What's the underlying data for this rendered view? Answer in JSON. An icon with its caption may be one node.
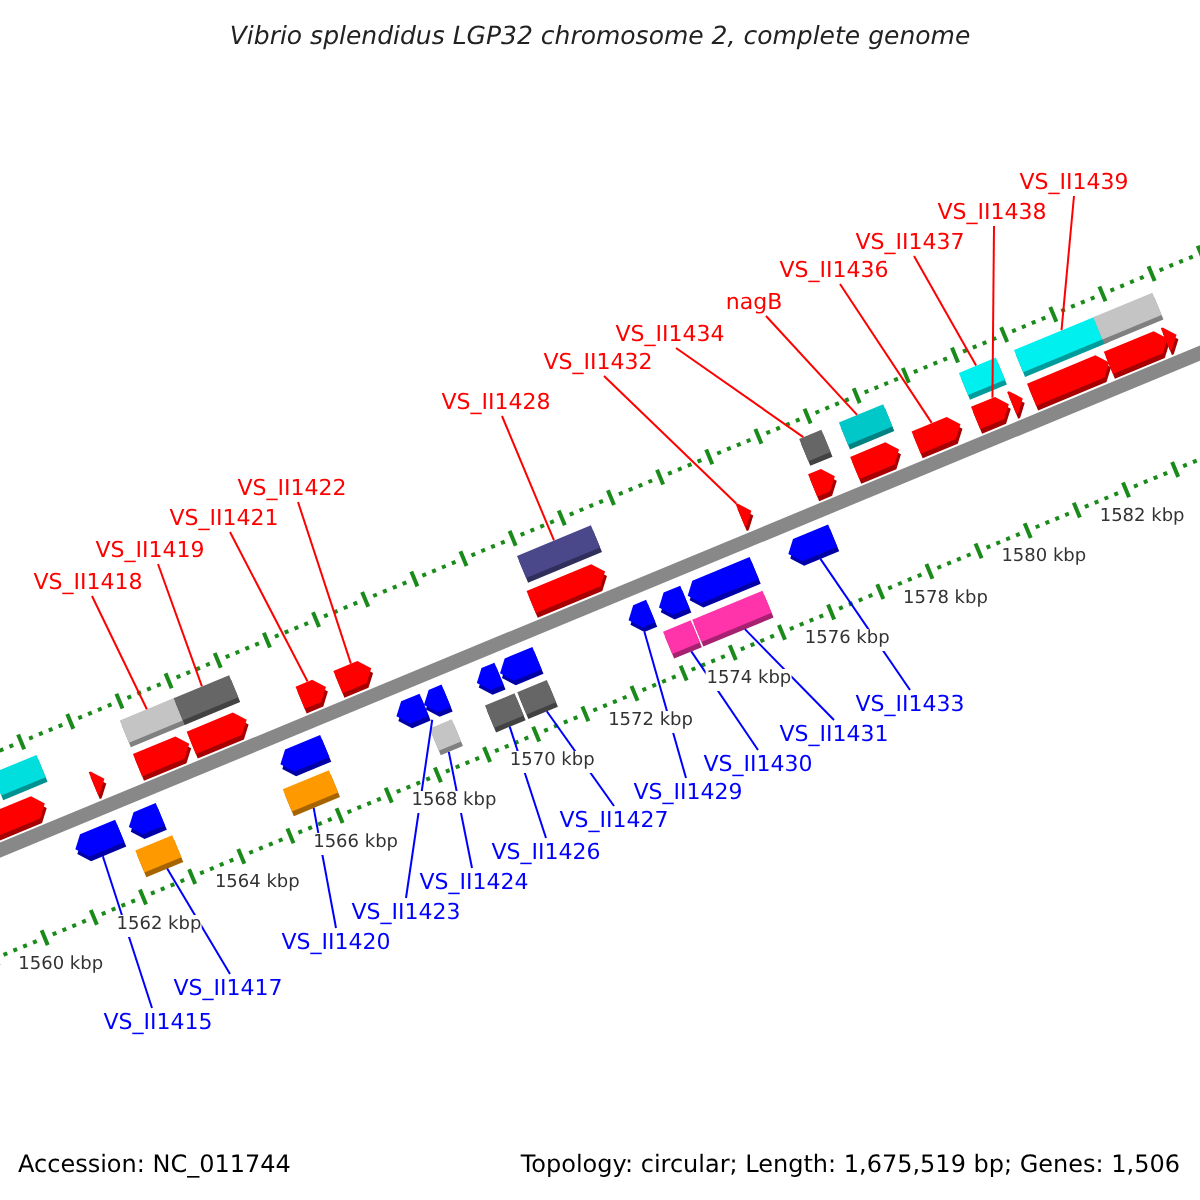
{
  "diagram": {
    "title": "Vibrio splendidus LGP32 chromosome 2, complete genome",
    "nodes": [
      {
        "text": [
          "VS_II1439"
        ]
      },
      {
        "text": [
          "VS_II1438"
        ]
      },
      {
        "text": [
          "VS_II1437"
        ]
      },
      {
        "text": [
          "VS_II1436"
        ]
      },
      {
        "text": [
          "nagB"
        ]
      },
      {
        "text": [
          "VS_II1434"
        ]
      },
      {
        "text": [
          "VS_II1432"
        ]
      },
      {
        "text": [
          "VS_II1428"
        ]
      },
      {
        "text": [
          "VS_II1422"
        ]
      },
      {
        "text": [
          "VS_II1421"
        ]
      },
      {
        "text": [
          "VS_II1419"
        ]
      },
      {
        "text": [
          "VS_II1418"
        ]
      },
      {
        "text": [
          "VS_II1433"
        ]
      },
      {
        "text": [
          "VS_II1431"
        ]
      },
      {
        "text": [
          "VS_II1430"
        ]
      },
      {
        "text": [
          "VS_II1429"
        ]
      },
      {
        "text": [
          "VS_II1427"
        ]
      },
      {
        "text": [
          "VS_II1426"
        ]
      },
      {
        "text": [
          "VS_II1424"
        ]
      },
      {
        "text": [
          "VS_II1423"
        ]
      },
      {
        "text": [
          "VS_II1420"
        ]
      },
      {
        "text": [
          "VS_II1417"
        ]
      },
      {
        "text": [
          "VS_II1415"
        ]
      },
      {
        "text": [],
        "shape": "box"
      },
      {
        "text": [],
        "shape": "arrow"
      },
      {
        "text": [],
        "shape": "arrow"
      },
      {
        "text": [],
        "shape": "arrow"
      },
      {
        "text": [],
        "shape": "arrow"
      },
      {
        "text": [],
        "shape": "box"
      },
      {
        "text": [],
        "shape": "box"
      },
      {
        "text": [],
        "shape": "arrow"
      },
      {
        "text": [],
        "shape": "box"
      },
      {
        "text": [],
        "shape": "arrow"
      },
      {
        "text": [],
        "shape": "arrow"
      },
      {
        "text": [],
        "shape": "box"
      },
      {
        "text": [],
        "shape": "arrow"
      },
      {
        "text": [],
        "shape": "arrow"
      },
      {
        "text": [],
        "shape": "arrow"
      },
      {
        "text": [],
        "shape": "arrow"
      },
      {
        "text": [],
        "shape": "box"
      },
      {
        "text": [],
        "shape": "arrow"
      },
      {
        "text": [],
        "shape": "box"
      },
      {
        "text": [],
        "shape": "arrow"
      },
      {
        "text": [],
        "shape": "box"
      },
      {
        "text": [],
        "shape": "box"
      },
      {
        "text": [],
        "shape": "arrow"
      },
      {
        "text": [],
        "shape": "arrow"
      },
      {
        "text": [],
        "shape": "arrow"
      },
      {
        "text": [],
        "shape": "box"
      },
      {
        "text": [],
        "shape": "arrow"
      },
      {
        "text": [],
        "shape": "box"
      },
      {
        "text": [],
        "shape": "arrow"
      },
      {
        "text": [],
        "shape": "arrow"
      },
      {
        "text": [],
        "shape": "box"
      },
      {
        "text": [],
        "shape": "arrow"
      },
      {
        "text": [],
        "shape": "box"
      },
      {
        "text": [],
        "shape": "arrow"
      },
      {
        "text": [],
        "shape": "arrow"
      },
      {
        "text": [],
        "shape": "box"
      },
      {
        "text": [],
        "shape": "arrow"
      },
      {
        "text": [],
        "shape": "arrow"
      },
      {
        "text": [],
        "shape": "box"
      },
      {
        "text": [],
        "shape": "arrow"
      },
      {
        "text": [],
        "shape": "box"
      },
      {
        "text": [],
        "shape": "arrow"
      },
      {
        "text": [],
        "shape": "arrow"
      }
    ],
    "edges": [
      {
        "from": 0,
        "to": 61,
        "arrow": "none"
      },
      {
        "from": 1,
        "to": 59,
        "arrow": "none"
      },
      {
        "from": 2,
        "to": 58,
        "arrow": "none"
      },
      {
        "from": 3,
        "to": 57,
        "arrow": "none"
      },
      {
        "from": 4,
        "to": 55,
        "arrow": "none"
      },
      {
        "from": 5,
        "to": 53,
        "arrow": "none"
      },
      {
        "from": 6,
        "to": 51,
        "arrow": "none"
      },
      {
        "from": 7,
        "to": 44,
        "arrow": "none"
      },
      {
        "from": 8,
        "to": 36,
        "arrow": "none"
      },
      {
        "from": 9,
        "to": 35,
        "arrow": "none"
      },
      {
        "from": 10,
        "to": 31,
        "arrow": "none"
      },
      {
        "from": 11,
        "to": 28,
        "arrow": "none"
      },
      {
        "from": 12,
        "to": 52,
        "arrow": "none",
        "color": "#0000ff"
      },
      {
        "from": 13,
        "to": 50,
        "arrow": "none",
        "color": "#0000ff"
      },
      {
        "from": 14,
        "to": 48,
        "arrow": "none",
        "color": "#0000ff"
      },
      {
        "from": 15,
        "to": 46,
        "arrow": "none",
        "color": "#0000ff"
      },
      {
        "from": 16,
        "to": 43,
        "arrow": "none",
        "color": "#0000ff"
      },
      {
        "from": 17,
        "to": 41,
        "arrow": "none",
        "color": "#0000ff"
      },
      {
        "from": 18,
        "to": 39,
        "arrow": "none",
        "color": "#0000ff"
      },
      {
        "from": 19,
        "to": 38,
        "arrow": "none",
        "color": "#0000ff"
      },
      {
        "from": 20,
        "to": 34,
        "arrow": "none",
        "color": "#0000ff"
      },
      {
        "from": 21,
        "to": 29,
        "arrow": "none",
        "color": "#0000ff"
      },
      {
        "from": 22,
        "to": 26,
        "arrow": "none",
        "color": "#0000ff"
      }
    ],
    "labels": [
      "1582 kbp",
      "1580 kbp",
      "1578 kbp",
      "1576 kbp",
      "1574 kbp",
      "1572 kbp",
      "1570 kbp",
      "1568 kbp",
      "1566 kbp",
      "1564 kbp",
      "1562 kbp",
      "1560 kbp",
      "Accession: NC_011744",
      "Topology: circular; Length: 1,675,519 bp; Genes: 1,506"
    ]
  }
}
